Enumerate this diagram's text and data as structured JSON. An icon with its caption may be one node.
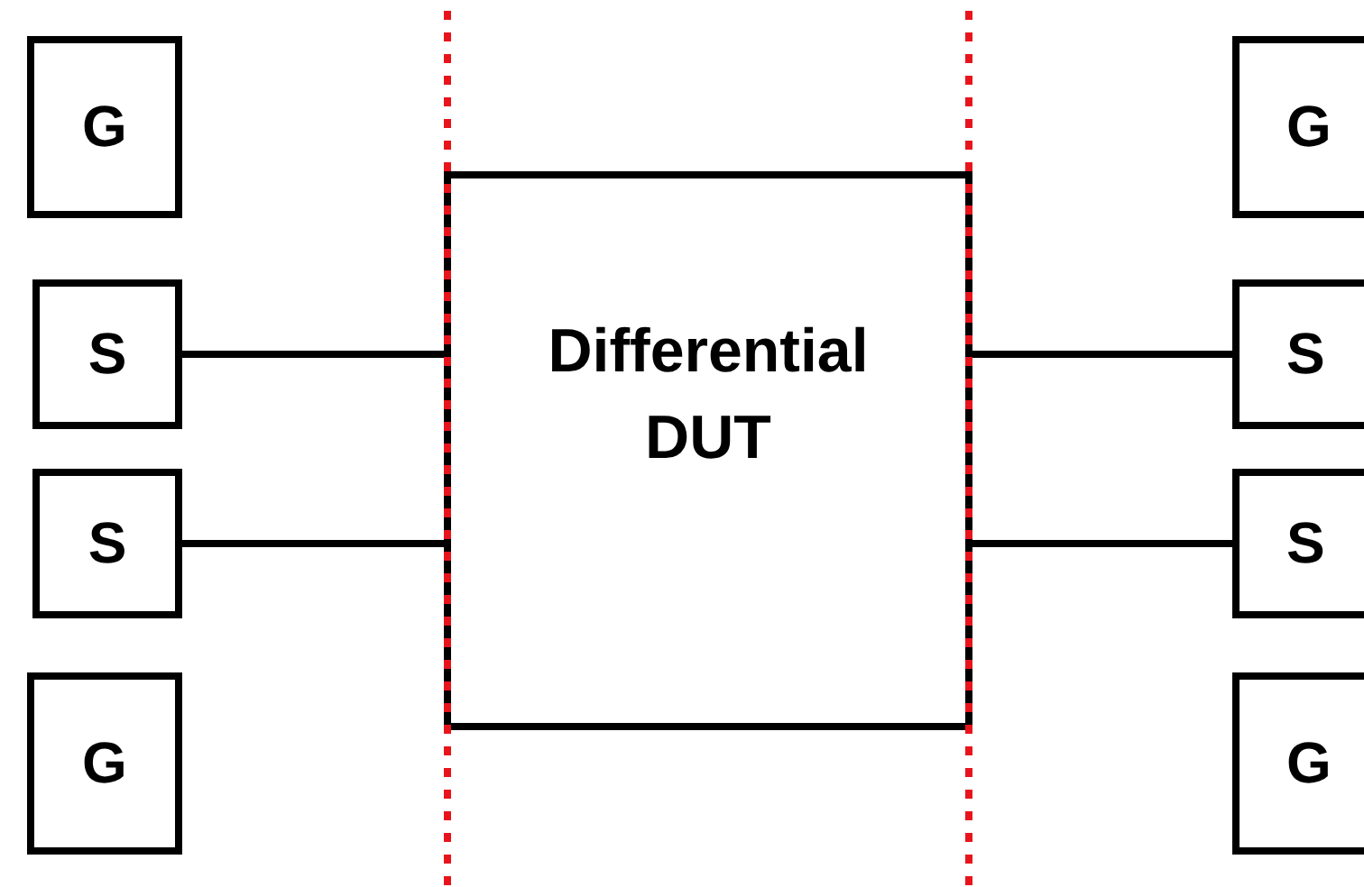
{
  "diagram": {
    "nodes": [
      {
        "text": [
          "G"
        ]
      },
      {
        "text": [
          "S"
        ]
      },
      {
        "text": [
          "S"
        ]
      },
      {
        "text": [
          "G"
        ]
      },
      {
        "text": [
          "Differential DUT"
        ]
      },
      {
        "text": [
          "G"
        ]
      },
      {
        "text": [
          "S"
        ]
      },
      {
        "text": [
          "S"
        ]
      },
      {
        "text": [
          "G"
        ]
      }
    ],
    "edges": [
      {
        "from": 1,
        "to": 4,
        "arrow": "none"
      },
      {
        "from": 2,
        "to": 4,
        "arrow": "none"
      },
      {
        "from": 4,
        "to": 6,
        "arrow": "none"
      },
      {
        "from": 4,
        "to": 7,
        "arrow": "none"
      }
    ]
  }
}
